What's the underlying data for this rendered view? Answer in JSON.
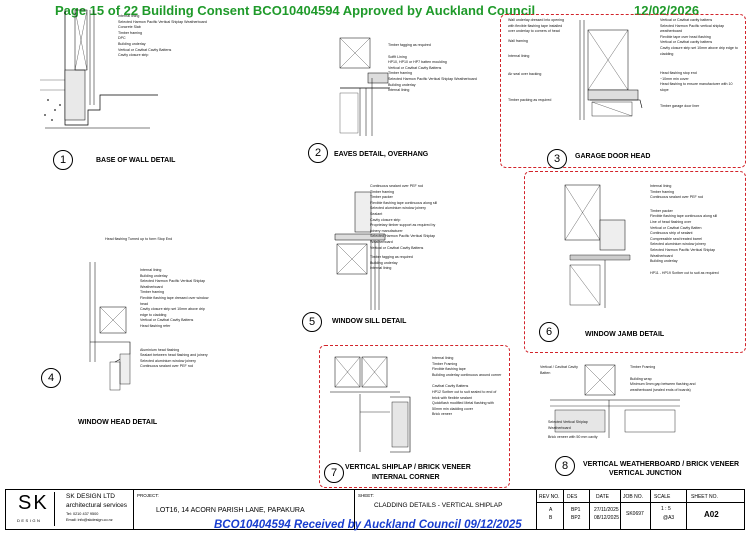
{
  "stamp": {
    "consent": "Page 15 of 22 Building Consent BCO10404594 Approved by Auckland Council",
    "date": "12/02/2026",
    "received": "BCO10404594 Received by Auckland Council 09/12/2025"
  },
  "details": [
    {
      "num": "1",
      "title": "BASE OF WALL DETAIL"
    },
    {
      "num": "2",
      "title": "EAVES DETAIL, OVERHANG"
    },
    {
      "num": "3",
      "title": "GARAGE DOOR HEAD"
    },
    {
      "num": "4",
      "title": "WINDOW HEAD DETAIL"
    },
    {
      "num": "5",
      "title": "WINDOW SILL DETAIL"
    },
    {
      "num": "6",
      "title": "WINDOW JAMB DETAIL"
    },
    {
      "num": "7",
      "title": "VERTICAL SHIPLAP / BRICK VENEER",
      "title2": "INTERNAL CORNER"
    },
    {
      "num": "8",
      "title": "VERTICAL WEATHERBOARD / BRICK VENEER",
      "title2": "VERTICAL JUNCTION"
    }
  ],
  "labels": {
    "d1": [
      "Internal lining",
      "Selected Harmon Pacific Vertical Shiplap Weatherboard",
      "Concrete Slab",
      "Timber framing",
      "DPC",
      "Building underlay",
      "Vertical or Cavibat Cavity Battens",
      "Cavity closure strip"
    ],
    "d2": [
      "Timber fagging as required",
      "Soffit Lining",
      "HP10, HP10 or HP7 batten moulding",
      "Vertical or Cavibat Cavity Battens",
      "Timber framing",
      "Selected Harmon Pacific Vertical Shiplap Weatherboard",
      "Building underlay",
      "Internal lining"
    ],
    "d3": [
      "Wall underlay dressed into opening with flexible flashing tape installed over underlay to corners of head",
      "Wall framing",
      "Internal lining",
      "Air seal over backing",
      "Timber packing as required"
    ],
    "d3r": [
      "Vertical or Cavibat cavity battens",
      "Selected Harmon Pacific vertical shiplap weatherboard",
      "Flexible tape over head flashing",
      "Vertical or Cavibat cavity battens",
      "Cavity closure strip set 10mm above drip edge to cladding",
      "Head flashing stop end",
      "~10mm min cover",
      "Head flashing to ensure manufacturer with 10 slope",
      "Timber garage door liner"
    ],
    "d4": [
      "Head flashing Turned up to form Stop End",
      "Internal lining",
      "Building underlay",
      "Selected Harmon Pacific Vertical Shiplap Weatherboard",
      "Timber framing",
      "Flexible flashing tape dressed over window head",
      "Cavity closure strip set 10mm above drip edge to cladding",
      "Vertical or Cavibat Cavity Battens",
      "Head flashing refer",
      "Aluminium head flashing",
      "Sealant between head flashing and joinery",
      "Selected aluminium window joinery",
      "Continuous sealant over PEF rod"
    ],
    "d5": [
      "Continuous sealant over PEF rod",
      "Timber framing",
      "Timber packer",
      "Flexible flashing tape continuous along sill",
      "Selected aluminium window joinery",
      "Sealant",
      "Cavity closure strip",
      "Proprietary timber support as required by joinery manufacturer",
      "Selected Harmon Pacific Vertical Shiplap Weatherboard",
      "Vertical or Cavibat Cavity Battens",
      "Timber fagging as required",
      "Building underlay",
      "Internal lining"
    ],
    "d6": [
      "Internal lining",
      "Timber framing",
      "Continuous sealant over PEF rod",
      "Timber packer",
      "Flexible flashing tape continuous along sill",
      "Line of head flashing over",
      "Vertical or Cavibat Cavity Batten",
      "Continuous strip of sealant",
      "Compressible seal treated barrel",
      "Selected aluminium window joinery",
      "Selected Harmon Pacific Vertical Shiplap Weatherboard",
      "Building underlay",
      "HP11 - HP19 Scriber cut to suit as required"
    ],
    "d7": [
      "Internal lining",
      "Timber Framing",
      "Flexible flashing tape",
      "Building underlay continuous around corner",
      "Cavibat Cavity Battens",
      "HP12 Scriber cut to suit sealed to end of brick with flexible sealant",
      "Quickflash modified Metal flashing with 50mm min cladding cover",
      "Brick veneer"
    ],
    "d8": [
      "Vertical / Cavibat Cavity Batten",
      "Timber Framing",
      "Building wrap",
      "Minimum 5mm gap between flashing and weatherboard (sealed ends of boards)",
      "Selected Vertical Shiplap Weatherboard",
      "Brick veneer with 50 mm cavity"
    ]
  },
  "titleblock": {
    "company": "SK DESIGN LTD",
    "subtitle": "architectural services",
    "tel": "Tel: 0210 437 9500",
    "email": "Email: info@skdesign.co.nz",
    "logo_letters": "SK",
    "logo_word": "DESIGN",
    "project_label": "PROJECT:",
    "project": "LOT16, 14 ACORN PARISH LANE, PAPAKURA",
    "sheet_label": "SHEET:",
    "sheet_title": "CLADDING DETAILS - VERTICAL SHIPLAP",
    "headers": [
      "REV NO.",
      "DES",
      "DATE",
      "JOB NO.",
      "SCALE",
      "SHEET NO."
    ],
    "rows": [
      {
        "rev": "A",
        "des": "BP1",
        "date": "27/11/2025"
      },
      {
        "rev": "B",
        "des": "BP2",
        "date": "08/12/2025"
      }
    ],
    "job": "SK0697",
    "scale": "1 : 5",
    "paper": "@A3",
    "sheet_no": "A02"
  }
}
